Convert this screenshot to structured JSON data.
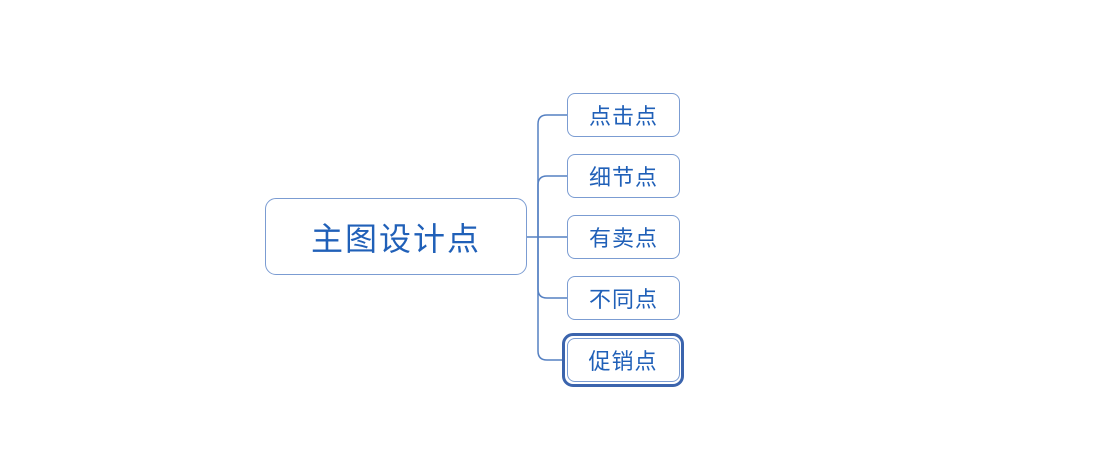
{
  "mindmap": {
    "root": {
      "label": "主图设计点"
    },
    "children": [
      {
        "label": "点击点",
        "selected": false
      },
      {
        "label": "细节点",
        "selected": false
      },
      {
        "label": "有卖点",
        "selected": false
      },
      {
        "label": "不同点",
        "selected": false
      },
      {
        "label": "促销点",
        "selected": true
      }
    ],
    "colors": {
      "background": "#FFFFFF",
      "node_border": "#7B9CD2",
      "connector_line": "#5580C2",
      "node_text": "#2060B8",
      "selection_ring": "#3B64AD"
    }
  }
}
